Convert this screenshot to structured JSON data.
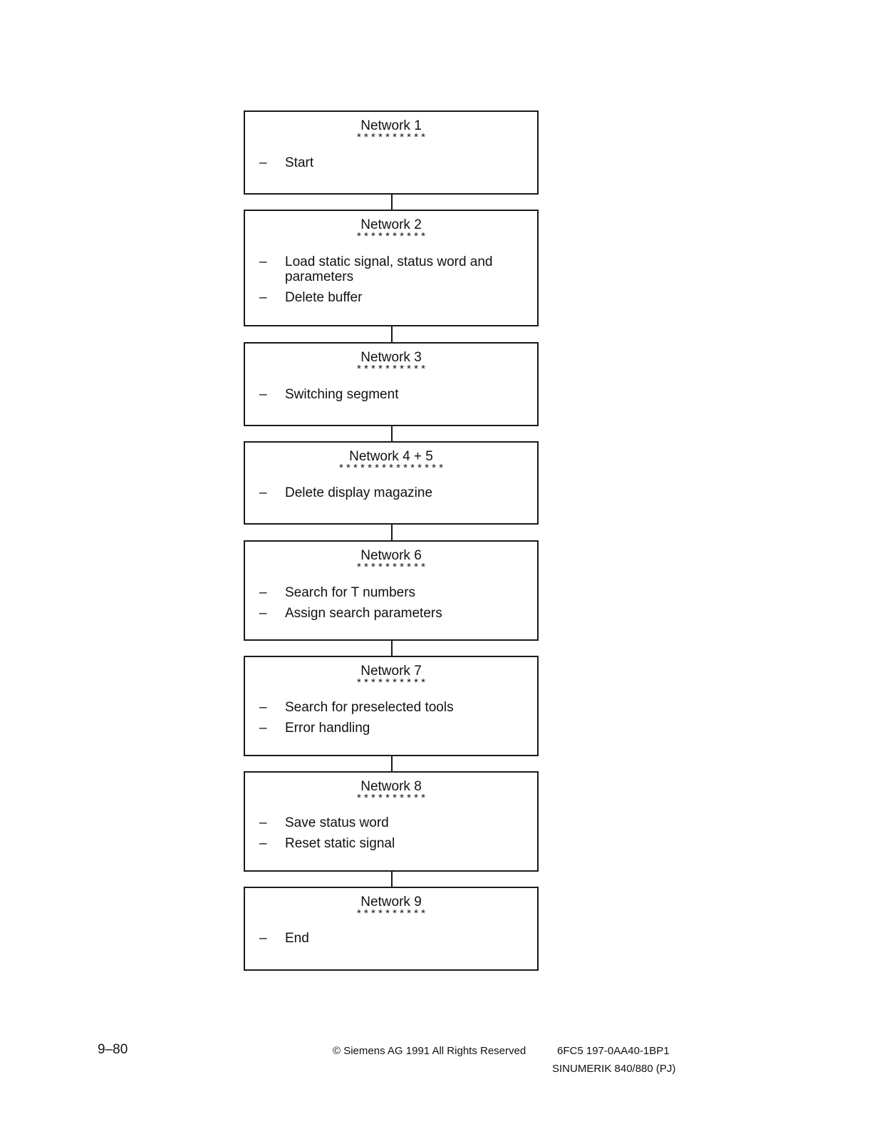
{
  "diagram": {
    "networks": [
      {
        "title": "Network 1",
        "stars": "* * * * * * * * * *",
        "items": [
          "Start"
        ]
      },
      {
        "title": "Network 2",
        "stars": "* * * * * * * * * *",
        "items": [
          "Load static signal, status word and parameters",
          "Delete buffer"
        ]
      },
      {
        "title": "Network 3",
        "stars": "* * * * * * * * * *",
        "items": [
          "Switching segment"
        ]
      },
      {
        "title": "Network 4 + 5",
        "stars": "* * * * * * * * * * * * * * *",
        "items": [
          "Delete display magazine"
        ]
      },
      {
        "title": "Network 6",
        "stars": "* * * * * * * * * *",
        "items": [
          "Search for T numbers",
          "Assign search parameters"
        ]
      },
      {
        "title": "Network 7",
        "stars": "* * * * * * * * * *",
        "items": [
          "Search for preselected tools",
          "Error handling"
        ]
      },
      {
        "title": "Network 8",
        "stars": "* * * * * * * * * *",
        "items": [
          "Save status word",
          "Reset static signal"
        ]
      },
      {
        "title": "Network 9",
        "stars": "* * * * * * * * * *",
        "items": [
          "End"
        ]
      }
    ],
    "bullet": "–"
  },
  "footer": {
    "page_number": "9–80",
    "copyright": "© Siemens AG  1991  All Rights Reserved",
    "order_number": "6FC5 197-0AA40-1BP1",
    "product": "SINUMERIK 840/880 (PJ)"
  }
}
